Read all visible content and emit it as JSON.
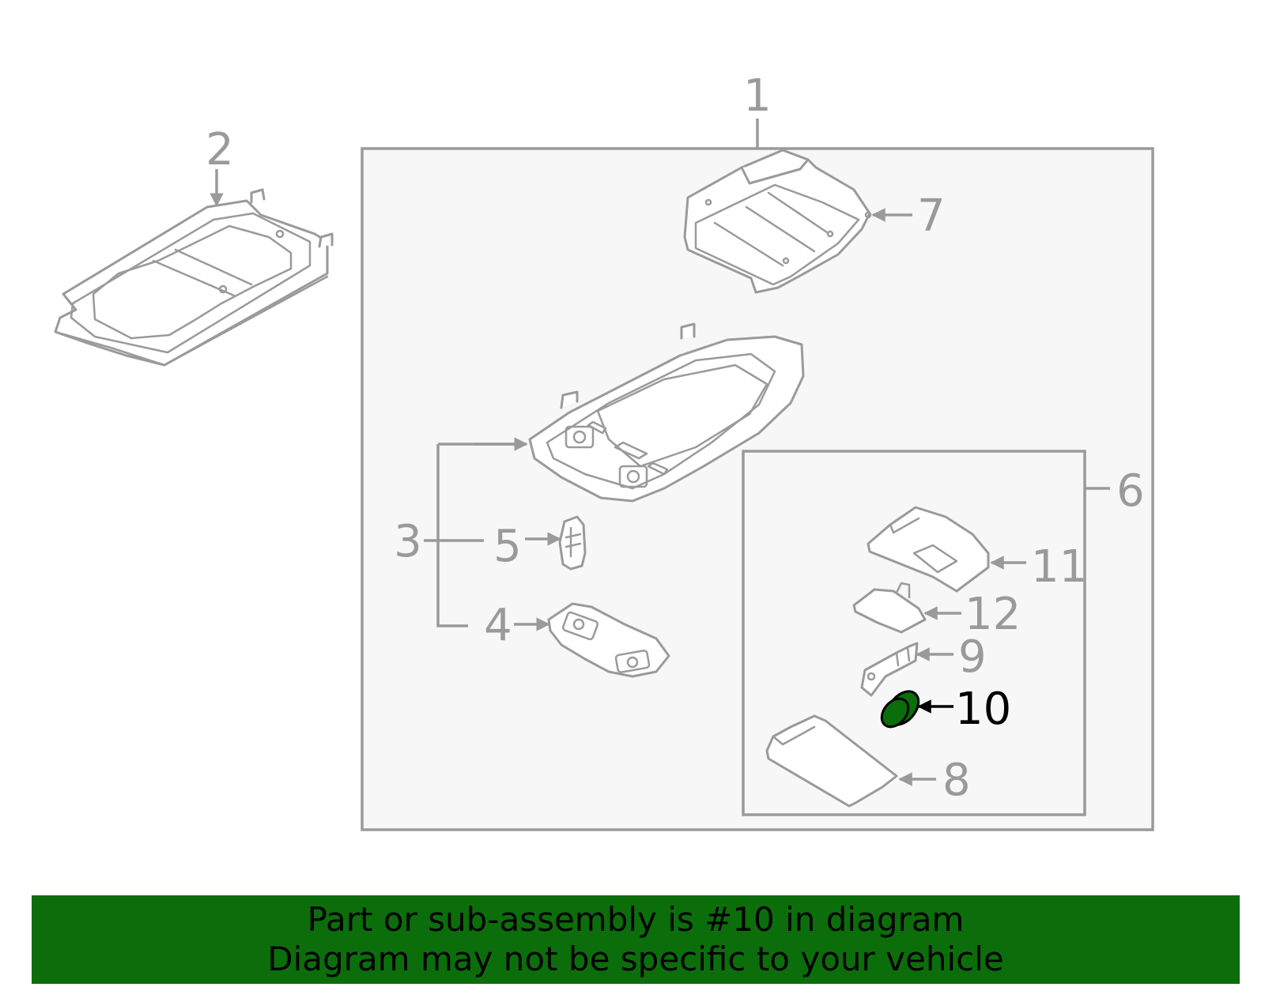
{
  "callouts": {
    "c1": "1",
    "c2": "2",
    "c3": "3",
    "c4": "4",
    "c5": "5",
    "c6": "6",
    "c7": "7",
    "c8": "8",
    "c9": "9",
    "c10": "10",
    "c11": "11",
    "c12": "12"
  },
  "highlighted_part": "10",
  "colors": {
    "highlight": "#0b6e0b",
    "line": "#9a9a9a",
    "frame_fill": "#f7f7f7",
    "banner_bg": "#0b6e0b"
  },
  "banner": {
    "line1": "Part or sub-assembly is #10 in diagram",
    "line2": "Diagram may not be specific to your vehicle"
  }
}
